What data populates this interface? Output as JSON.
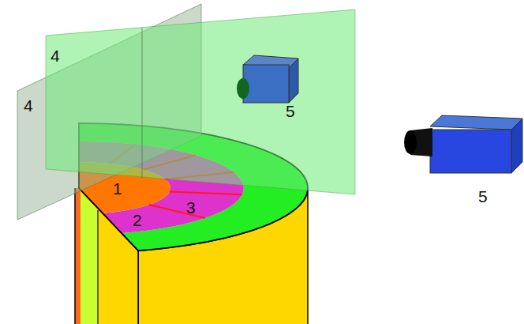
{
  "diagram": {
    "labels": [
      "4",
      "4",
      "5",
      "1",
      "2",
      "3",
      "5"
    ]
  }
}
